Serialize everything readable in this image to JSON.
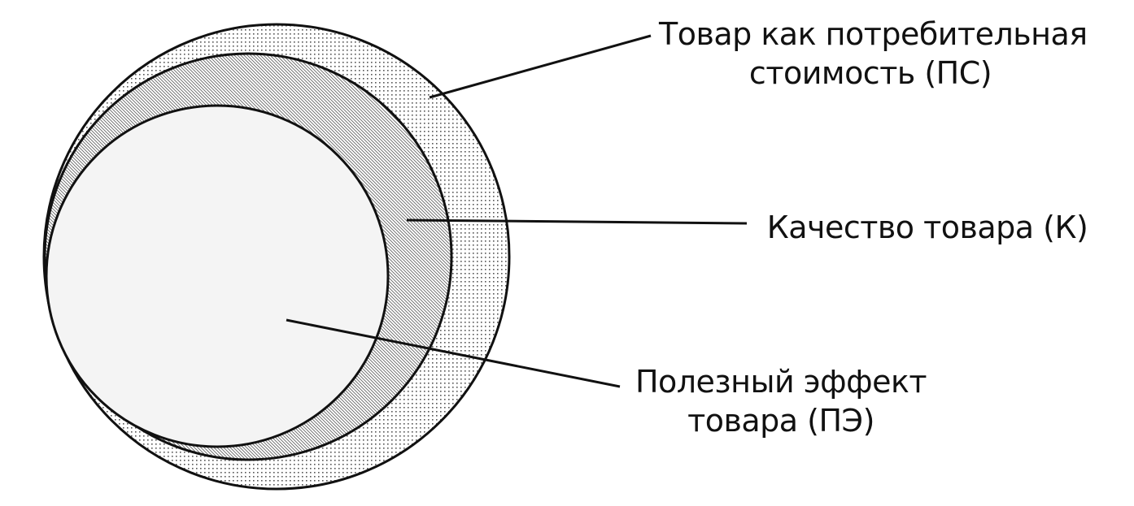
{
  "diagram": {
    "colors": {
      "stroke": "#111111",
      "background": "#ffffff",
      "dot_pattern": "#555555",
      "hatch_pattern": "#666666",
      "inner_fill": "#f4f4f4"
    },
    "labels": {
      "consumer_value": {
        "line1": "Товар как потребительная",
        "line2": "стоимость (ПС)"
      },
      "quality": {
        "line1": "Качество товара (К)"
      },
      "useful_effect": {
        "line1": "Полезный эффект",
        "line2": "товара (ПЭ)"
      }
    }
  }
}
